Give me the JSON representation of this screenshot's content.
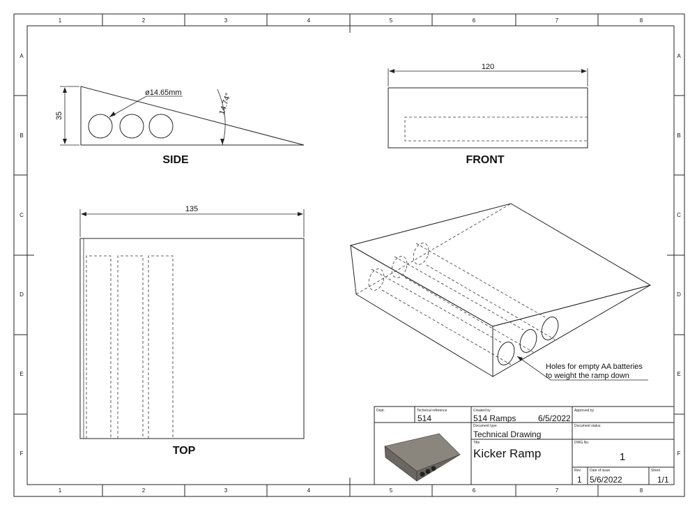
{
  "border": {
    "columns": [
      "1",
      "2",
      "3",
      "4",
      "5",
      "6",
      "7",
      "8"
    ],
    "rows": [
      "A",
      "B",
      "C",
      "D",
      "E",
      "F"
    ]
  },
  "views": {
    "side": "SIDE",
    "front": "FRONT",
    "top": "TOP"
  },
  "dimensions": {
    "side_height": "35",
    "hole_diameter": "ø14.65mm",
    "angle": "14.74°",
    "front_width": "120",
    "top_length": "135"
  },
  "note": {
    "line1": "Holes for empty AA batteries",
    "line2": "to weight the ramp down"
  },
  "title_block": {
    "dept_label": "Dept.",
    "tech_ref_label": "Technical reference",
    "tech_ref": "514",
    "created_by_label": "Created by",
    "created_by": "514 Ramps",
    "created_date": "6/5/2022",
    "approved_by_label": "Approved by",
    "doc_type_label": "Document type",
    "doc_type": "Technical Drawing",
    "doc_status_label": "Document status",
    "title_label": "Title",
    "title": "Kicker Ramp",
    "dwg_no_label": "DWG No.",
    "dwg_no": "1",
    "rev_label": "Rev.",
    "rev": "1",
    "issue_date_label": "Date of issue",
    "issue_date": "5/6/2022",
    "sheet_label": "Sheet",
    "sheet": "1/1"
  },
  "colors": {
    "line": "#222222",
    "thumbnail_body": "#6b665f",
    "thumbnail_top": "#8a857d"
  }
}
